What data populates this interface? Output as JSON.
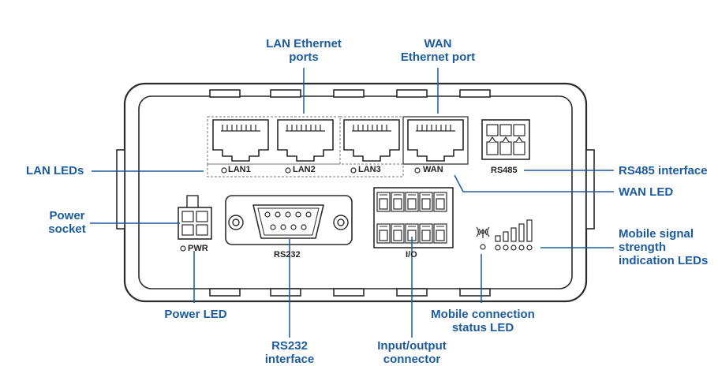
{
  "callouts": {
    "lan_ports": [
      "LAN Ethernet",
      "ports"
    ],
    "wan_port": [
      "WAN",
      "Ethernet port"
    ],
    "lan_leds": "LAN LEDs",
    "power_socket": [
      "Power",
      "socket"
    ],
    "rs485_interface": "RS485 interface",
    "wan_led": "WAN LED",
    "mobile_signal": [
      "Mobile signal",
      "strength",
      "indication LEDs"
    ],
    "power_led": "Power LED",
    "rs232_interface": [
      "RS232",
      "interface"
    ],
    "io_connector": [
      "Input/output",
      "connector"
    ],
    "mobile_status": [
      "Mobile connection",
      "status LED"
    ]
  },
  "device_labels": {
    "lan1": "LAN1",
    "lan2": "LAN2",
    "lan3": "LAN3",
    "wan": "WAN",
    "rs485": "RS485",
    "pwr": "PWR",
    "rs232": "RS232",
    "io": "I/O"
  },
  "colors": {
    "callout_text": "#1b5b9e",
    "callout_line": "#1b5b9e",
    "device_outline": "#2a2a2a",
    "device_fill": "#ffffff"
  }
}
